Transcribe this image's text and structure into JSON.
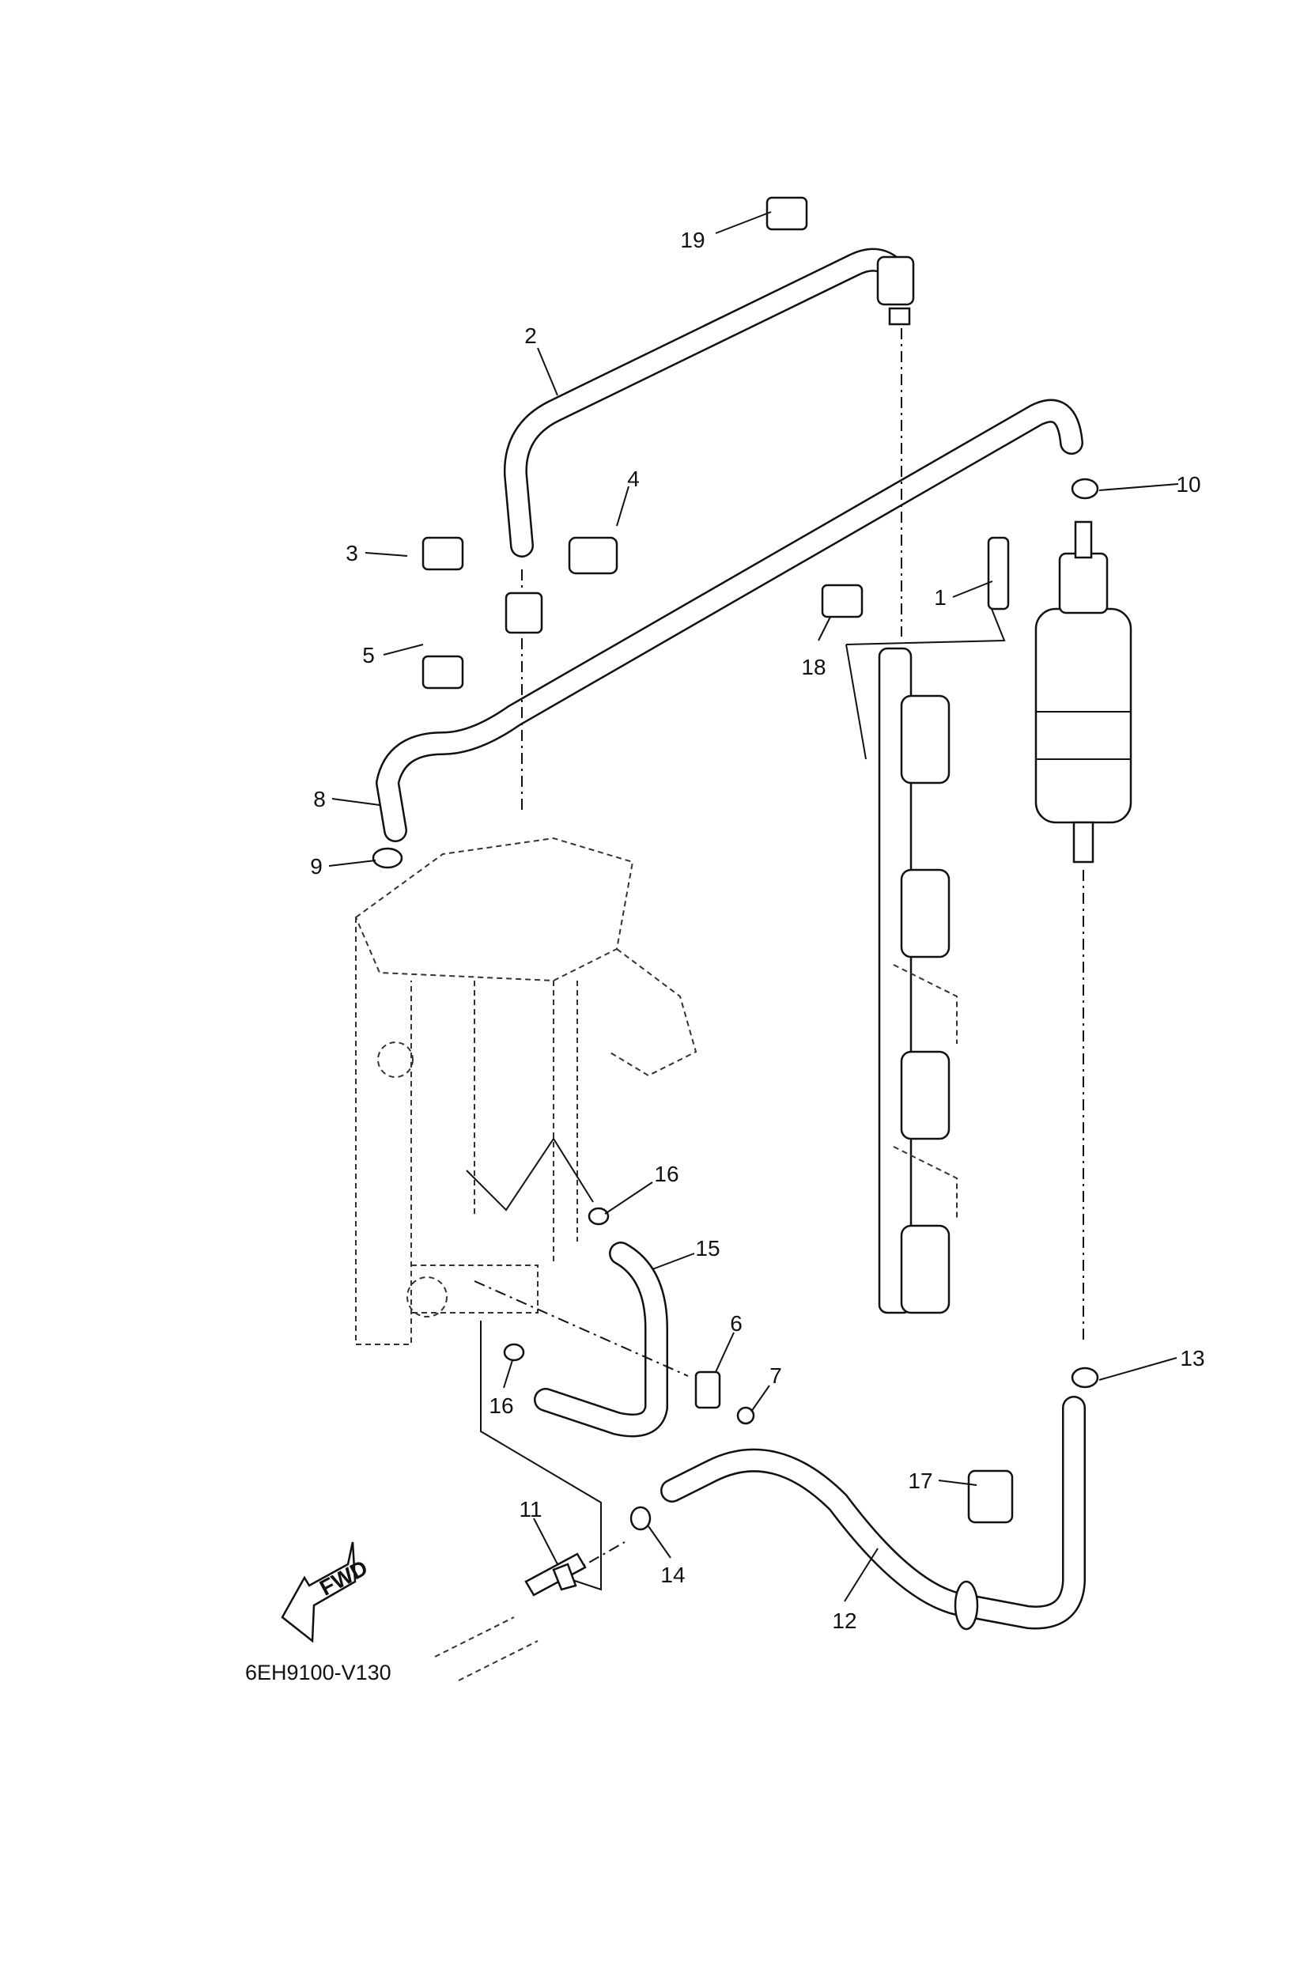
{
  "diagram": {
    "code": "6EH9100-V130",
    "direction_marker": "FWD",
    "callouts": [
      {
        "id": "c1",
        "label": "1"
      },
      {
        "id": "c2",
        "label": "2"
      },
      {
        "id": "c3",
        "label": "3"
      },
      {
        "id": "c4",
        "label": "4"
      },
      {
        "id": "c5",
        "label": "5"
      },
      {
        "id": "c6",
        "label": "6"
      },
      {
        "id": "c7",
        "label": "7"
      },
      {
        "id": "c8",
        "label": "8"
      },
      {
        "id": "c9",
        "label": "9"
      },
      {
        "id": "c10",
        "label": "10"
      },
      {
        "id": "c11",
        "label": "11"
      },
      {
        "id": "c12",
        "label": "12"
      },
      {
        "id": "c13",
        "label": "13"
      },
      {
        "id": "c14",
        "label": "14"
      },
      {
        "id": "c15",
        "label": "15"
      },
      {
        "id": "c16a",
        "label": "16"
      },
      {
        "id": "c16b",
        "label": "16"
      },
      {
        "id": "c17",
        "label": "17"
      },
      {
        "id": "c18",
        "label": "18"
      },
      {
        "id": "c19",
        "label": "19"
      }
    ]
  }
}
